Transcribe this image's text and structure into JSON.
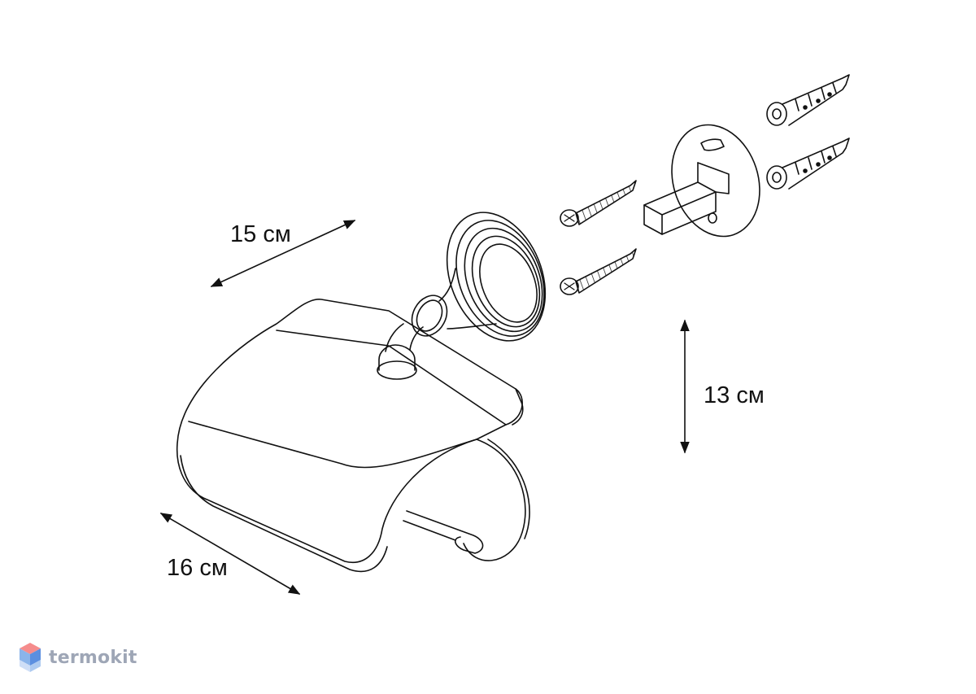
{
  "dimensions": {
    "width_label": "15 см",
    "height_label": "13 см",
    "depth_label": "16 см"
  },
  "brand": {
    "name": "termokit",
    "logo_icon": "hexagon-cube-logo-icon",
    "logo_colors": [
      "#f58c8c",
      "#8ab4ea",
      "#5b8fe0"
    ],
    "text_color": "#9ea6b6"
  },
  "drawing": {
    "line_color": "#111111",
    "parts": [
      "paper-holder-cover",
      "wall-mount-rosette",
      "mounting-plate",
      "screw",
      "screw",
      "wall-plug",
      "wall-plug"
    ]
  }
}
